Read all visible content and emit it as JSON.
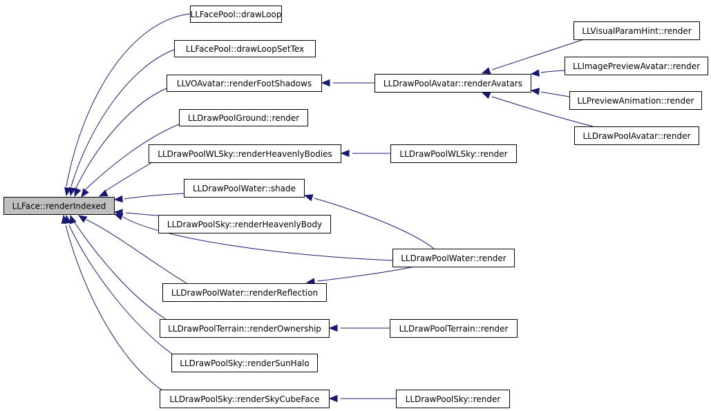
{
  "colors": {
    "edge": "#191970",
    "node_fill": "#ffffff",
    "root_fill": "#bfbfbf",
    "node_border": "#000000"
  },
  "nodes": [
    {
      "id": "root",
      "label": "LLFace::renderIndexed",
      "root": true
    },
    {
      "id": "fp_drawloop",
      "label": "LLFacePool::drawLoop"
    },
    {
      "id": "fp_drawloopsettex",
      "label": "LLFacePool::drawLoopSetTex"
    },
    {
      "id": "vo_footshadows",
      "label": "LLVOAvatar::renderFootShadows"
    },
    {
      "id": "ground_render",
      "label": "LLDrawPoolGround::render"
    },
    {
      "id": "wlsky_heavenly",
      "label": "LLDrawPoolWLSky::renderHeavenlyBodies"
    },
    {
      "id": "water_shade",
      "label": "LLDrawPoolWater::shade"
    },
    {
      "id": "sky_heavenlybody",
      "label": "LLDrawPoolSky::renderHeavenlyBody"
    },
    {
      "id": "water_reflection",
      "label": "LLDrawPoolWater::renderReflection"
    },
    {
      "id": "terrain_ownership",
      "label": "LLDrawPoolTerrain::renderOwnership"
    },
    {
      "id": "sky_sunhalo",
      "label": "LLDrawPoolSky::renderSunHalo"
    },
    {
      "id": "sky_cubeface",
      "label": "LLDrawPoolSky::renderSkyCubeFace"
    },
    {
      "id": "avatar_renderavatars",
      "label": "LLDrawPoolAvatar::renderAvatars"
    },
    {
      "id": "wlsky_render",
      "label": "LLDrawPoolWLSky::render"
    },
    {
      "id": "water_render",
      "label": "LLDrawPoolWater::render"
    },
    {
      "id": "terrain_render",
      "label": "LLDrawPoolTerrain::render"
    },
    {
      "id": "sky_render",
      "label": "LLDrawPoolSky::render"
    },
    {
      "id": "visualparamhint_render",
      "label": "LLVisualParamHint::render"
    },
    {
      "id": "imagepreviewavatar_render",
      "label": "LLImagePreviewAvatar::render"
    },
    {
      "id": "previewanimation_render",
      "label": "LLPreviewAnimation::render"
    },
    {
      "id": "avatar_render",
      "label": "LLDrawPoolAvatar::render"
    }
  ],
  "edges": [
    {
      "from": "fp_drawloop",
      "to": "root"
    },
    {
      "from": "fp_drawloopsettex",
      "to": "root"
    },
    {
      "from": "vo_footshadows",
      "to": "root"
    },
    {
      "from": "ground_render",
      "to": "root"
    },
    {
      "from": "wlsky_heavenly",
      "to": "root"
    },
    {
      "from": "water_shade",
      "to": "root"
    },
    {
      "from": "sky_heavenlybody",
      "to": "root"
    },
    {
      "from": "water_render",
      "to": "root"
    },
    {
      "from": "water_reflection",
      "to": "root"
    },
    {
      "from": "terrain_ownership",
      "to": "root"
    },
    {
      "from": "sky_sunhalo",
      "to": "root"
    },
    {
      "from": "sky_cubeface",
      "to": "root"
    },
    {
      "from": "avatar_renderavatars",
      "to": "vo_footshadows"
    },
    {
      "from": "wlsky_render",
      "to": "wlsky_heavenly"
    },
    {
      "from": "water_render",
      "to": "water_shade"
    },
    {
      "from": "water_render",
      "to": "water_reflection"
    },
    {
      "from": "terrain_render",
      "to": "terrain_ownership"
    },
    {
      "from": "sky_render",
      "to": "sky_cubeface"
    },
    {
      "from": "visualparamhint_render",
      "to": "avatar_renderavatars"
    },
    {
      "from": "imagepreviewavatar_render",
      "to": "avatar_renderavatars"
    },
    {
      "from": "previewanimation_render",
      "to": "avatar_renderavatars"
    },
    {
      "from": "avatar_render",
      "to": "avatar_renderavatars"
    }
  ]
}
